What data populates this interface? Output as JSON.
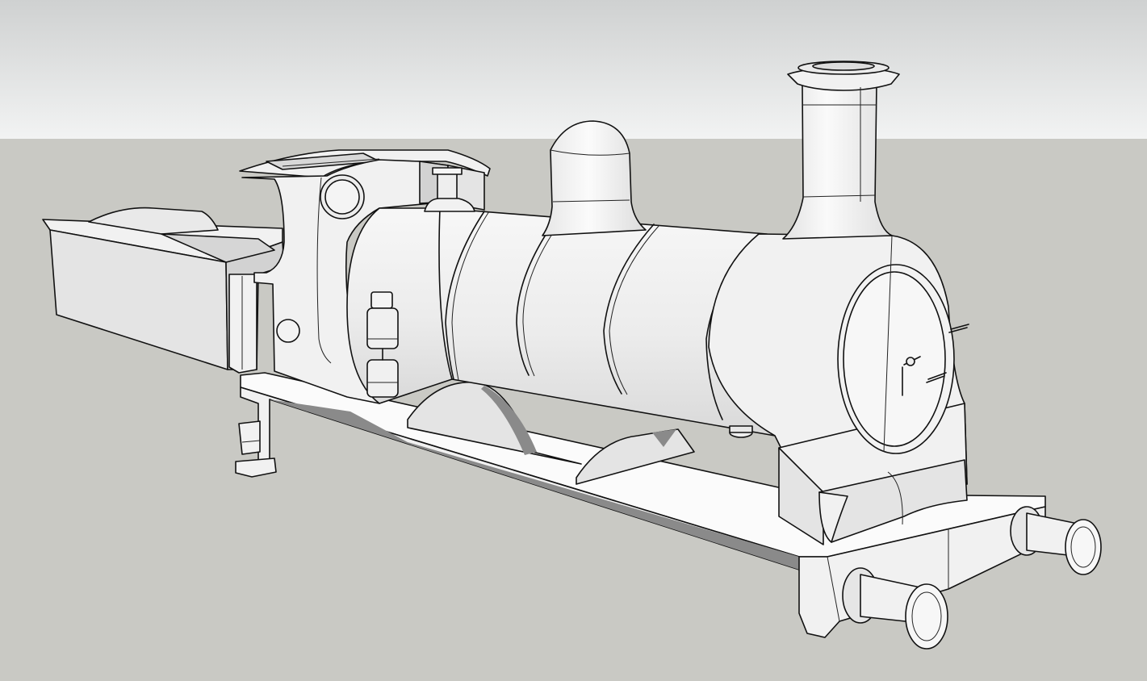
{
  "viewport": {
    "sky_top_color": "#cfd1d1",
    "sky_bottom_color": "#f2f3f3",
    "ground_color": "#c9c9c4",
    "model_face_color": "#f1f1f1",
    "model_shade_color": "#d8d8d8",
    "model_shadow_color": "#8a8a8a",
    "edge_color": "#111111"
  },
  "model": {
    "subject": "steam-locomotive",
    "parts": [
      "tender",
      "cab",
      "boiler",
      "steam-dome",
      "chimney",
      "smokebox-door",
      "footplate",
      "splashers",
      "buffers",
      "lamp-iron",
      "safety-valve"
    ]
  }
}
